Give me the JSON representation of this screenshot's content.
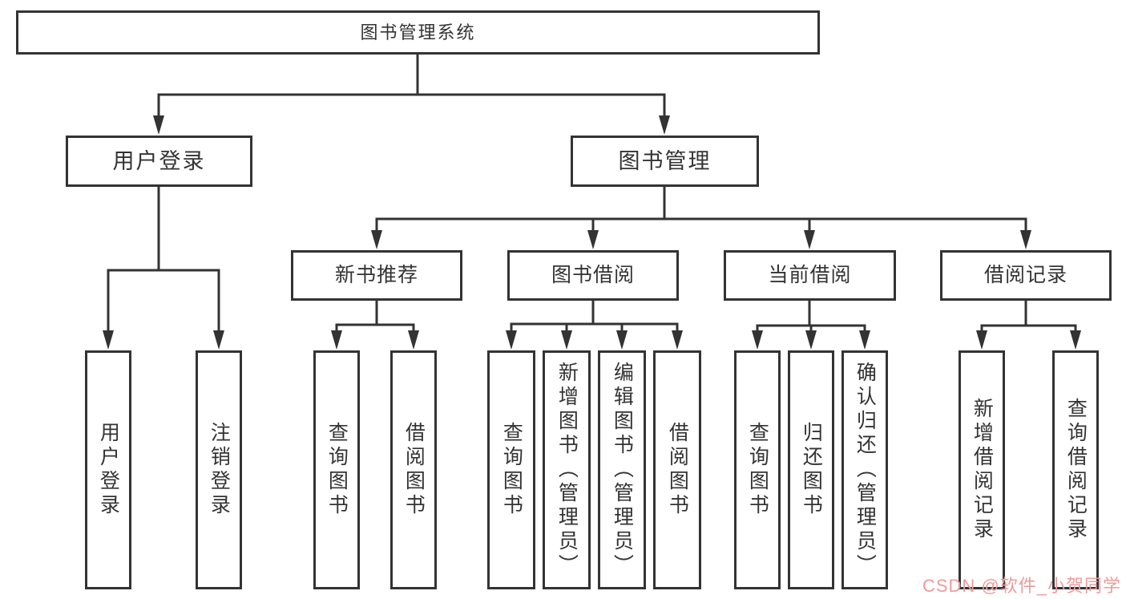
{
  "diagram": {
    "root": {
      "label": "图书管理系统"
    },
    "login_branch": {
      "label": "用户登录",
      "children": [
        {
          "label": "用户登录"
        },
        {
          "label": "注销登录"
        }
      ]
    },
    "management_branch": {
      "label": "图书管理",
      "sections": [
        {
          "label": "新书推荐",
          "children": [
            {
              "label": "查询图书"
            },
            {
              "label": "借阅图书"
            }
          ]
        },
        {
          "label": "图书借阅",
          "children": [
            {
              "label": "查询图书"
            },
            {
              "label": "新增图书（管理员）"
            },
            {
              "label": "编辑图书（管理员）"
            },
            {
              "label": "借阅图书"
            }
          ]
        },
        {
          "label": "当前借阅",
          "children": [
            {
              "label": "查询图书"
            },
            {
              "label": "归还图书"
            },
            {
              "label": "确认归还（管理员）"
            }
          ]
        },
        {
          "label": "借阅记录",
          "children": [
            {
              "label": "新增借阅记录"
            },
            {
              "label": "查询借阅记录"
            }
          ]
        }
      ]
    }
  },
  "watermark": {
    "text": "CSDN @软件_小贺同学",
    "color": "#f09a9a"
  },
  "colors": {
    "line": "#333333",
    "box_border": "#333333",
    "text": "#333333",
    "background": "#ffffff"
  }
}
